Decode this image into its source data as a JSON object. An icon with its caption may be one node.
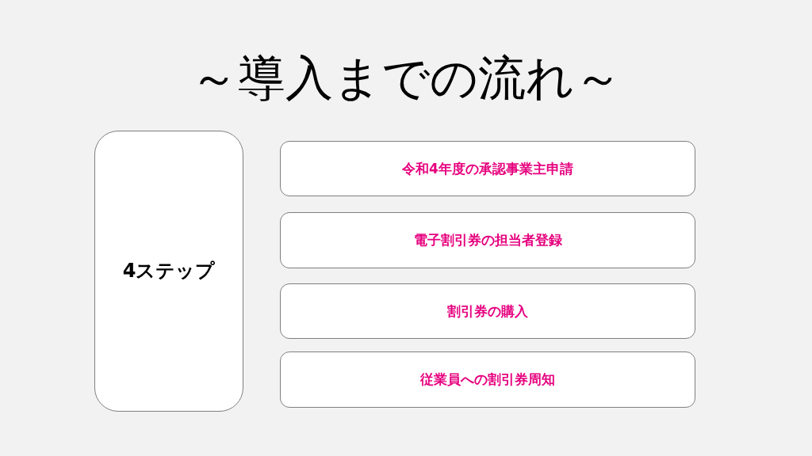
{
  "diagram": {
    "title": "～導入までの流れ～",
    "nodes": [
      {
        "text": [
          "4ステップ"
        ]
      },
      {
        "text": [
          "令和4年度の承認事業主申請"
        ]
      },
      {
        "text": [
          "電子割引券の担当者登録"
        ]
      },
      {
        "text": [
          "割引券の購入"
        ]
      },
      {
        "text": [
          "従業員への割引券周知"
        ]
      }
    ]
  }
}
